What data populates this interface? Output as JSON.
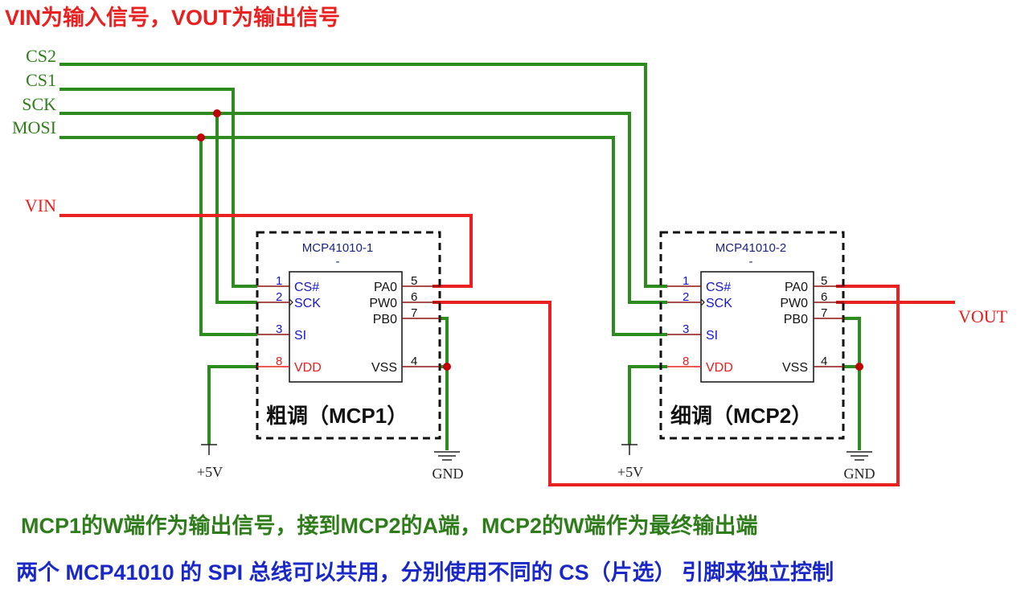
{
  "header": {
    "title": "VIN为输入信号，VOUT为输出信号"
  },
  "signals": {
    "cs2": "CS2",
    "cs1": "CS1",
    "sck": "SCK",
    "mosi": "MOSI",
    "vin": "VIN",
    "vout": "VOUT"
  },
  "chips": [
    {
      "ref": "MCP41010-1",
      "sub": "-",
      "caption": "粗调（MCP1）",
      "pins": {
        "p1": "1",
        "p2": "2",
        "p3": "3",
        "p8": "8",
        "p5": "5",
        "p6": "6",
        "p7": "7",
        "p4": "4"
      },
      "pin_names": {
        "cs": "CS#",
        "sck": "SCK",
        "si": "SI",
        "vdd": "VDD",
        "pa0": "PA0",
        "pw0": "PW0",
        "pb0": "PB0",
        "vss": "VSS"
      },
      "power": "+5V",
      "ground": "GND"
    },
    {
      "ref": "MCP41010-2",
      "sub": "-",
      "caption": "细调（MCP2）",
      "pins": {
        "p1": "1",
        "p2": "2",
        "p3": "3",
        "p8": "8",
        "p5": "5",
        "p6": "6",
        "p7": "7",
        "p4": "4"
      },
      "pin_names": {
        "cs": "CS#",
        "sck": "SCK",
        "si": "SI",
        "vdd": "VDD",
        "pa0": "PA0",
        "pw0": "PW0",
        "pb0": "PB0",
        "vss": "VSS"
      },
      "power": "+5V",
      "ground": "GND"
    }
  ],
  "notes": {
    "line1": "MCP1的W端作为输出信号，接到MCP2的A端，MCP2的W端作为最终输出端",
    "line2": "两个 MCP41010 的 SPI 总线可以共用，分别使用不同的 CS（片选） 引脚来独立控制"
  },
  "colors": {
    "wire_green": "#2e8b1f",
    "wire_red": "#e82020",
    "pin_dark": "#8b1010",
    "title_red": "#e82020",
    "note_green": "#2e7d1a",
    "note_blue": "#1a28c8",
    "pin_blue": "#1414d2",
    "chip_ref": "#1a237e",
    "junction": "#c00000"
  },
  "icons": [
    "ground-symbol-icon",
    "power-supply-icon",
    "clock-input-icon"
  ]
}
